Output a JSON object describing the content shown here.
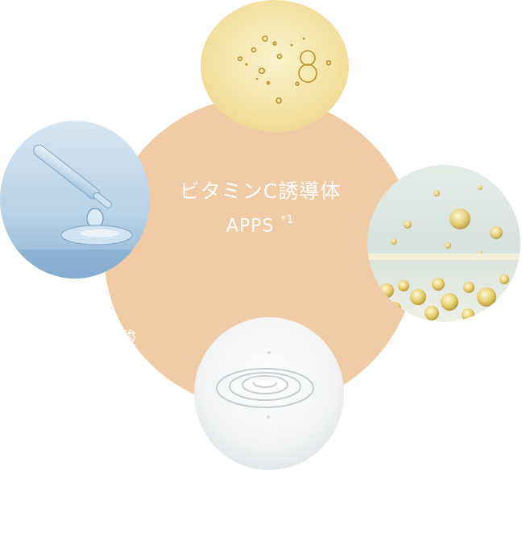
{
  "center": {
    "title": "ビタミンC誘導体",
    "subtitle": "APPS",
    "footnote": "*1"
  },
  "side_label": "酸",
  "photos": [
    {
      "name": "oil-droplets-photo"
    },
    {
      "name": "dropper-photo"
    },
    {
      "name": "bubbles-photo"
    },
    {
      "name": "milky-ripple-photo"
    }
  ],
  "colors": {
    "disc": "#efcba6",
    "label": "#ffffff"
  }
}
